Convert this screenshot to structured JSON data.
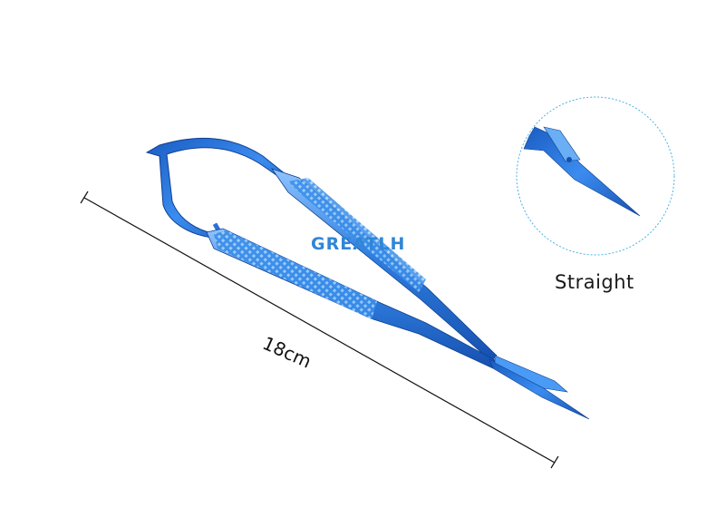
{
  "image": {
    "brand_watermark": "GREATLH",
    "length_label": "18cm",
    "detail_caption": "Straight",
    "colors": {
      "instrument": "#2f7fe0",
      "instrument_highlight": "#8fc4ff",
      "instrument_shadow": "#1650b0",
      "inset_ring": "#49b3e6",
      "dimension_line": "#111111",
      "watermark": "#2f86d6"
    }
  }
}
